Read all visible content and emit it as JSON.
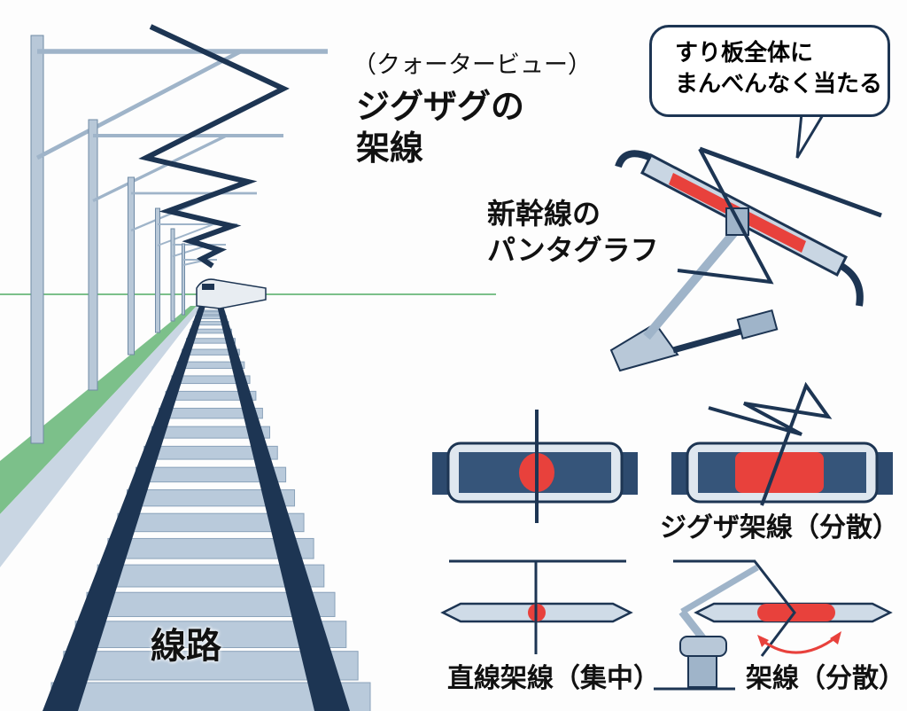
{
  "title": {
    "view_note": "（クォータービュー）",
    "line1": "ジグザグの",
    "line2": "架線"
  },
  "bubble": {
    "line1": "すり板全体に",
    "line2": "まんべんなく当たる"
  },
  "pantograph": {
    "line1": "新幹線の",
    "line2": "パンタグラフ"
  },
  "labels": {
    "track": "線路",
    "zigzag": "ジグザ架線（分散）",
    "straight": "直線架線（集中）",
    "dispersed": "架線（分散）"
  },
  "colors": {
    "navy": "#1d3553",
    "steel": "#9fb4c9",
    "contact": "#e8413c",
    "grass": "#7cc08a"
  }
}
